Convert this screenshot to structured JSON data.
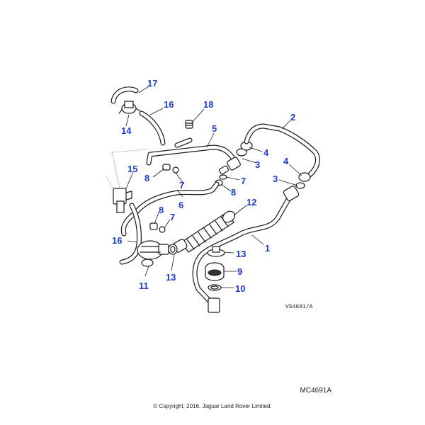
{
  "diagram_ref": "VS4691/A",
  "image_code": "MC4691A",
  "copyright": "© Copyright, 2016. Jaguar Land Rover Limited.",
  "callouts": {
    "c1": "1",
    "c2": "2",
    "c3a": "3",
    "c3b": "3",
    "c4a": "4",
    "c4b": "4",
    "c5": "5",
    "c6": "6",
    "c7a": "7",
    "c7b": "7",
    "c7c": "7",
    "c8a": "8",
    "c8b": "8",
    "c8c": "8",
    "c9": "9",
    "c10": "10",
    "c11": "11",
    "c12": "12",
    "c13a": "13",
    "c13b": "13",
    "c14": "14",
    "c15": "15",
    "c16a": "16",
    "c16b": "16",
    "c17": "17",
    "c18": "18"
  }
}
